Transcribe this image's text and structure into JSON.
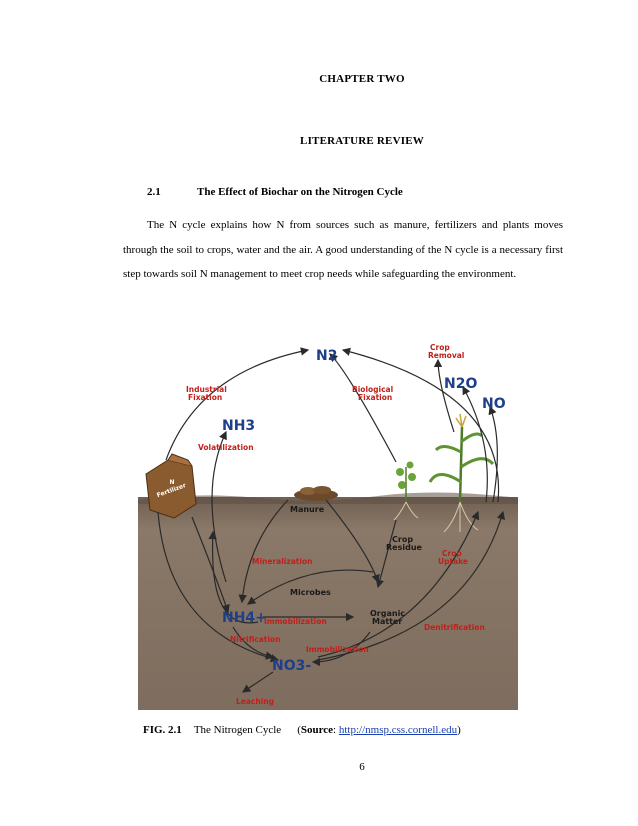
{
  "chapter": "CHAPTER TWO",
  "section": "LITERATURE REVIEW",
  "subsection": {
    "number": "2.1",
    "title": "The Effect of  Biochar on the Nitrogen Cycle"
  },
  "paragraph": "The N cycle explains how N from sources such as manure, fertilizers and plants moves through the soil to crops, water and the air. A good understanding of the N cycle is a necessary first step towards soil N management to meet crop needs while safeguarding the environment.",
  "figure": {
    "labels": {
      "n2": "N2",
      "crop_removal_1": "Crop",
      "crop_removal_2": "Removal",
      "industrial_1": "Industrial",
      "industrial_2": "Fixation",
      "biological_1": "Biological",
      "biological_2": "Fixation",
      "n2o": "N2O",
      "no": "NO",
      "nh3": "NH3",
      "volatilization": "Volatilization",
      "fertilizer_1": "N",
      "fertilizer_2": "Fertilizer",
      "manure": "Manure",
      "crop_residue_1": "Crop",
      "crop_residue_2": "Residue",
      "crop_uptake_1": "Crop",
      "crop_uptake_2": "Uptake",
      "mineralization": "Mineralization",
      "microbes": "Microbes",
      "nh4": "NH4+",
      "immobilization_1": "Immobilization",
      "organic_1": "Organic",
      "organic_2": "Matter",
      "nitrification": "Nitrification",
      "immobilization_2": "Immobilization",
      "denitrification": "Denitrification",
      "no3": "NO3-",
      "leaching": "Leaching"
    },
    "colors": {
      "sky": "#ffffff",
      "soil": "#7d6b5c",
      "soil_dark": "#5e4f44",
      "label_red": "#c0201c",
      "chem_blue": "#1e3f8a"
    }
  },
  "caption": {
    "fig_label": "FIG. 2.1",
    "title": "The Nitrogen Cycle",
    "source_label": "Source",
    "source_url": "http://nmsp.css.cornell.edu"
  },
  "page_number": "6"
}
